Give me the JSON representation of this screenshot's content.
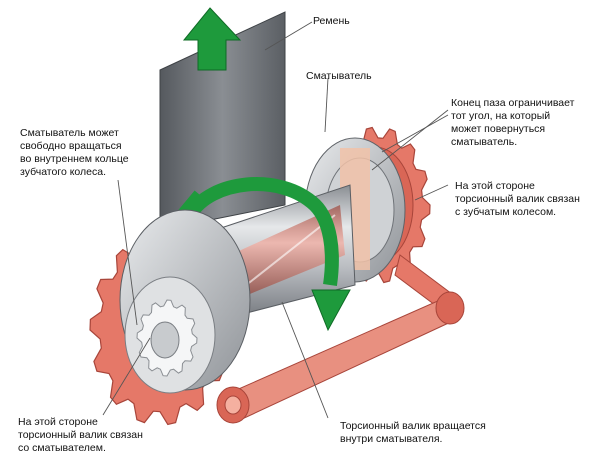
{
  "labels": {
    "belt": [
      "Ремень"
    ],
    "retractor": [
      "Сматыватель"
    ],
    "retractor_rotates": [
      "Сматыватель может",
      "свободно вращаться",
      "во внутреннем кольце",
      "зубчатого колеса."
    ],
    "slot_end": [
      "Конец паза ограничивает",
      "тот угол, на который",
      "может повернуться",
      "сматыватель."
    ],
    "gear_side": [
      "На этой стороне",
      "торсионный валик связан",
      "с зубчатым колесом."
    ],
    "retractor_side": [
      "На этой стороне",
      "торсионный валик связан",
      "со сматывателем."
    ],
    "torsion_bar": [
      "Торсионный валик вращается",
      "внутри сматывателя."
    ]
  },
  "colors": {
    "gear": "#e57868",
    "gear_dark": "#b54a3c",
    "metal": "#b9bcc0",
    "metal_dark": "#7d8186",
    "belt": "#6b6f74",
    "arrow": "#1e9a3c",
    "leader": "#555555"
  },
  "icons": [
    "up-arrow-icon",
    "rotation-arrow-icon"
  ]
}
